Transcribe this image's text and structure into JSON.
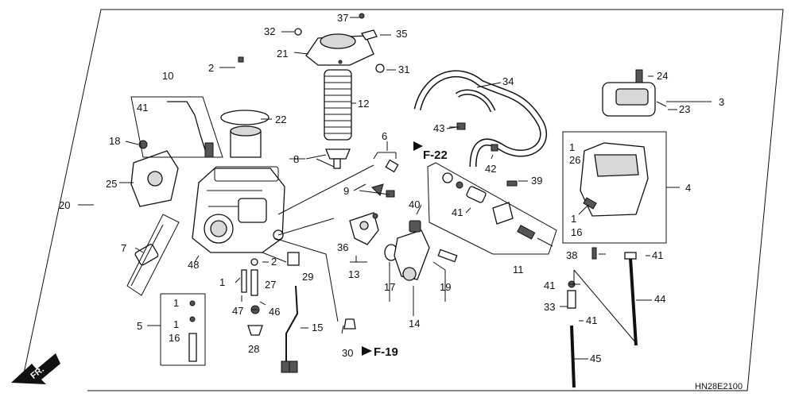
{
  "diagram": {
    "code": "HN28E2100",
    "front_label": "FR.",
    "refs": {
      "f22": "F-22",
      "f19": "F-19"
    },
    "callouts": [
      "1",
      "2",
      "3",
      "4",
      "5",
      "6",
      "7",
      "8",
      "9",
      "10",
      "11",
      "12",
      "13",
      "14",
      "15",
      "16",
      "17",
      "18",
      "19",
      "20",
      "21",
      "22",
      "23",
      "24",
      "25",
      "26",
      "27",
      "28",
      "29",
      "30",
      "31",
      "32",
      "33",
      "34",
      "35",
      "36",
      "37",
      "38",
      "39",
      "40",
      "41",
      "42",
      "43",
      "44",
      "45",
      "46",
      "47",
      "48"
    ]
  }
}
